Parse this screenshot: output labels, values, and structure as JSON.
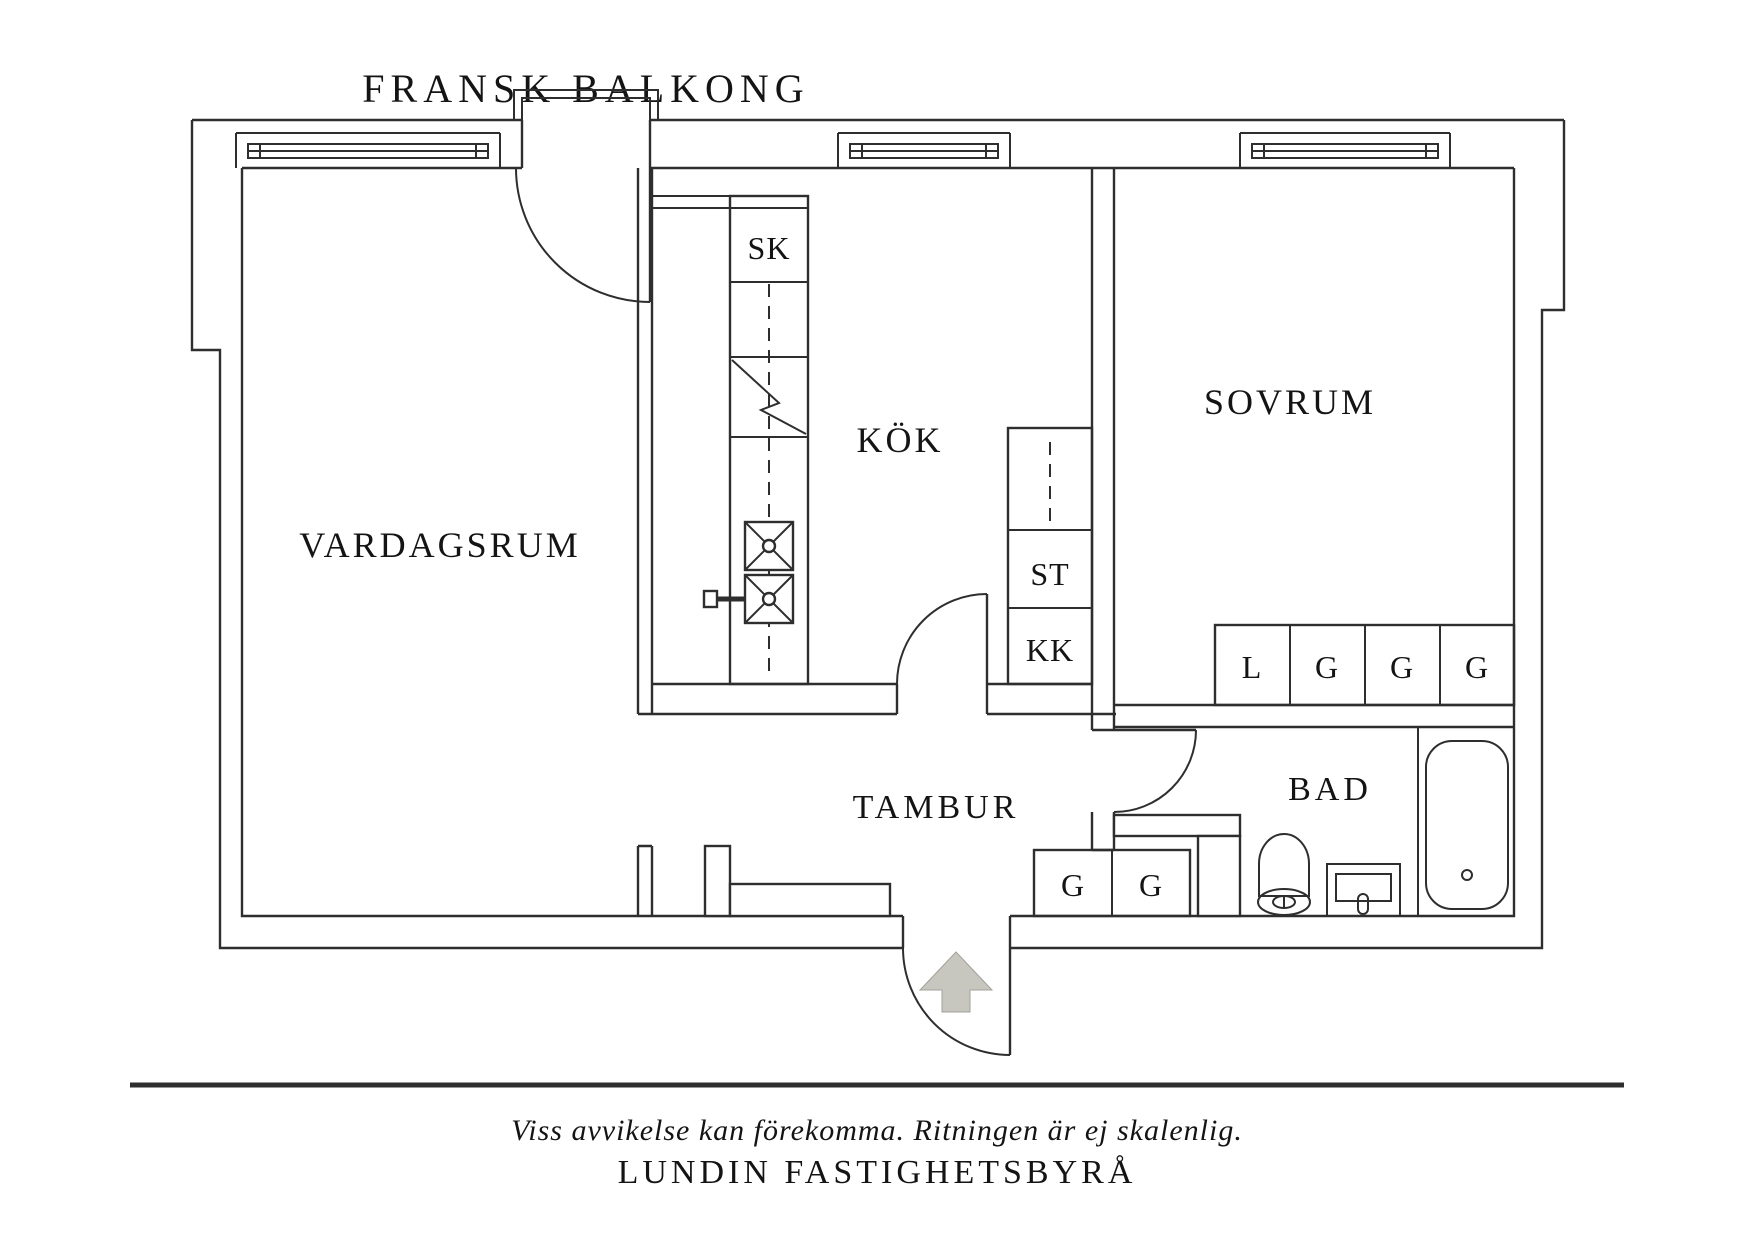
{
  "title": {
    "balcony_label": "FRANSK BALKONG"
  },
  "rooms": {
    "vardagsrum": {
      "label": "VARDAGSRUM"
    },
    "kok": {
      "label": "KÖK"
    },
    "sovrum": {
      "label": "SOVRUM"
    },
    "tambur": {
      "label": "TAMBUR"
    },
    "bad": {
      "label": "BAD"
    }
  },
  "storage": {
    "sk": "SK",
    "st": "ST",
    "kk": "KK",
    "bedroom_row": [
      "L",
      "G",
      "G",
      "G"
    ],
    "hall_row": [
      "G",
      "G"
    ]
  },
  "icons": {
    "entrance_arrow": "arrow-up-entrance",
    "windows": "double-glazing-window",
    "doors": "quarter-circle-door-swing"
  },
  "footer": {
    "disclaimer": "Viss avvikelse kan förekomma. Ritningen är ej skalenlig.",
    "agency": "LUNDIN FASTIGHETSBYRÅ"
  },
  "colors": {
    "line": "#2e2e2e",
    "text": "#141414",
    "arrow_fill": "#c7c7c0",
    "background": "#ffffff"
  }
}
